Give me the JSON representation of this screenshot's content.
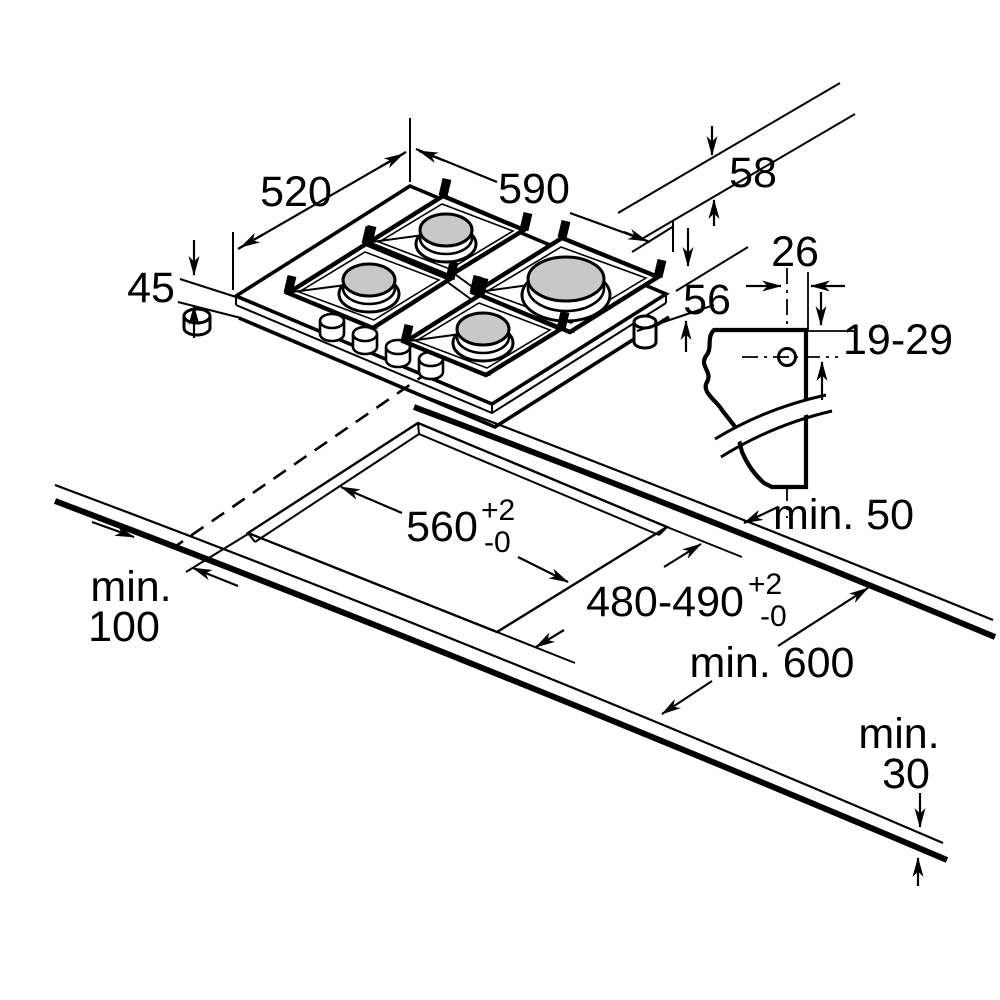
{
  "diagram": {
    "kind": "gas-hob-installation-dimension-drawing",
    "accent_color": "#000000",
    "burner_cap_color": "#c8c8c8",
    "background_color": "#ffffff",
    "dims": {
      "appliance_depth": "520",
      "appliance_width": "590",
      "height_with_pansupport": "58",
      "built_in_depth": "45",
      "total_height": "56",
      "bracket_offset": "26",
      "screw_range": "19-29",
      "cutout_width": "560",
      "cutout_width_tol_plus": "+2",
      "cutout_width_tol_minus": "-0",
      "cutout_depth": "480-490",
      "cutout_depth_tol_plus": "+2",
      "cutout_depth_tol_minus": "-0",
      "clearance_rear": "min. 50",
      "clearance_side_line1": "min.",
      "clearance_side_line2": "100",
      "worktop_depth": "min. 600",
      "worktop_thickness_line1": "min.",
      "worktop_thickness_line2": "30"
    }
  }
}
